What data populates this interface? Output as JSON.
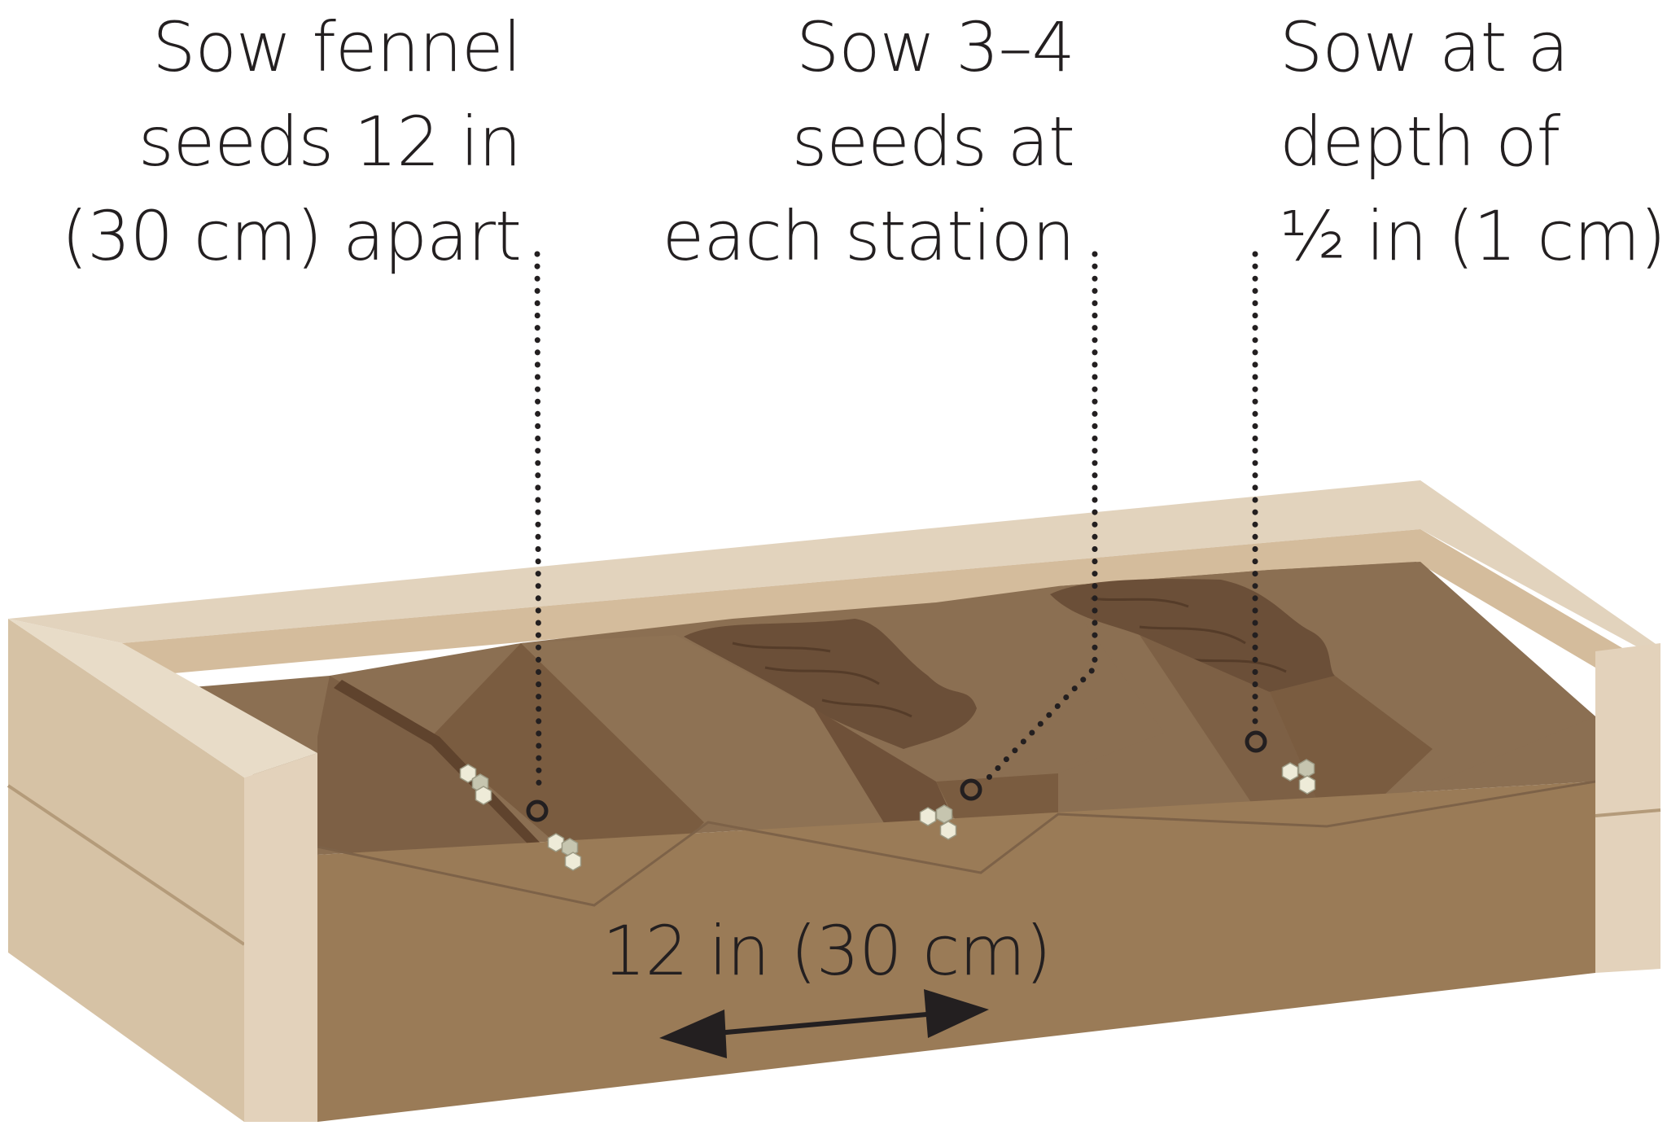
{
  "callouts": {
    "spacing": {
      "lines": [
        "Sow fennel",
        "seeds 12 in",
        "(30 cm) apart"
      ]
    },
    "seeds_per_station": {
      "lines": [
        "Sow 3–4",
        "seeds at",
        "each station"
      ]
    },
    "depth": {
      "lines": [
        "Sow at a",
        "depth of",
        "½ in (1 cm)"
      ]
    }
  },
  "measurement": {
    "label": "12 in (30 cm)"
  },
  "colors": {
    "frame_light": "#e2d3bd",
    "frame_mid": "#d6c2a5",
    "frame_dark": "#cdb494",
    "soil_front": "#9a7b57",
    "soil_top": "#8b6f52",
    "soil_shadow": "#7a5c40",
    "soil_trench": "#7e6046",
    "soil_mound": "#6b4f38",
    "seed_light": "#eeebd8",
    "seed_dark": "#c6c5af",
    "ink": "#231f20"
  }
}
